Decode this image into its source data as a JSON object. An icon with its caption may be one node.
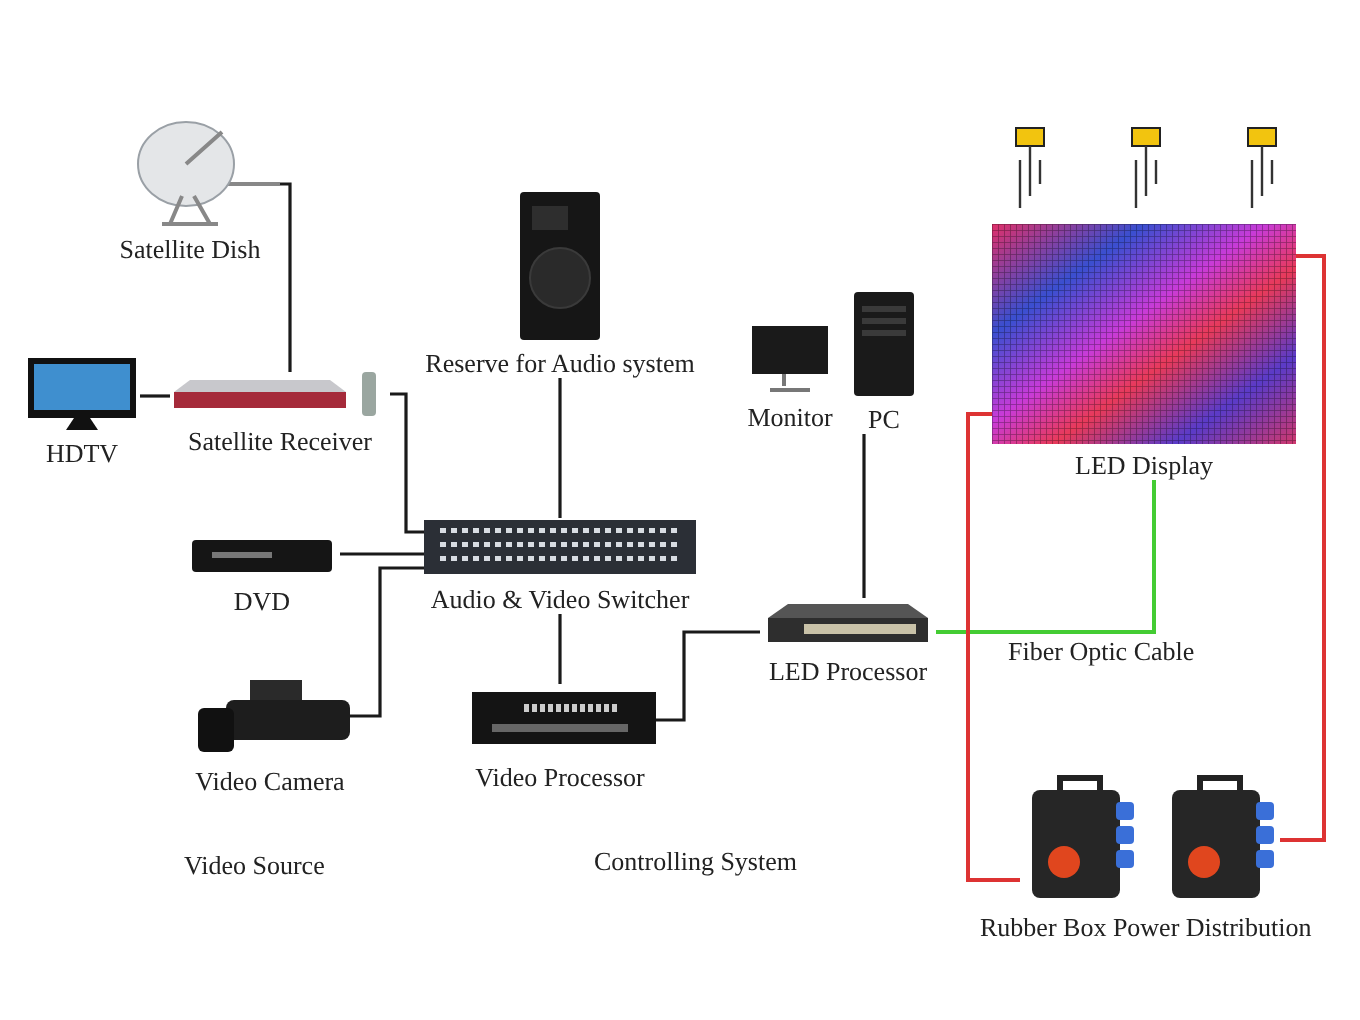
{
  "diagram": {
    "nodes": [
      {
        "text": [
          "Satellite Dish"
        ]
      },
      {
        "text": [
          "HDTV"
        ]
      },
      {
        "text": [
          "Satellite Receiver"
        ]
      },
      {
        "text": [
          "Reserve for Audio system"
        ]
      },
      {
        "text": [
          "Audio & Video Switcher"
        ]
      },
      {
        "text": [
          "DVD"
        ]
      },
      {
        "text": [
          "Video Camera"
        ]
      },
      {
        "text": [
          "Video Processor"
        ]
      },
      {
        "text": [
          "Monitor"
        ]
      },
      {
        "text": [
          "PC"
        ]
      },
      {
        "text": [
          "LED Processor"
        ]
      },
      {
        "text": [
          "LED Display"
        ]
      },
      {
        "text": [],
        "shape": "picture"
      },
      {
        "text": [],
        "shape": "picture"
      }
    ],
    "edges": [
      {
        "from": 0,
        "to": 2,
        "arrow": "none"
      },
      {
        "from": 1,
        "to": 2,
        "arrow": "none"
      },
      {
        "from": 2,
        "to": 4,
        "arrow": "none"
      },
      {
        "from": 5,
        "to": 4,
        "arrow": "none"
      },
      {
        "from": 6,
        "to": 4,
        "arrow": "none"
      },
      {
        "from": 3,
        "to": 4,
        "arrow": "none"
      },
      {
        "from": 4,
        "to": 7,
        "arrow": "none"
      },
      {
        "from": 7,
        "to": 10,
        "arrow": "none"
      },
      {
        "from": 9,
        "to": 10,
        "arrow": "none"
      },
      {
        "from": 10,
        "to": 11,
        "arrow": "none",
        "label": "Fiber Optic Cable",
        "color": "#44cc33"
      },
      {
        "from": 11,
        "to": 12,
        "arrow": "none",
        "color": "#dd3333"
      },
      {
        "from": 11,
        "to": 13,
        "arrow": "none",
        "color": "#dd3333"
      }
    ],
    "labels": [
      "Video Source",
      "Controlling System",
      "Rubber Box Power Distribution"
    ]
  }
}
